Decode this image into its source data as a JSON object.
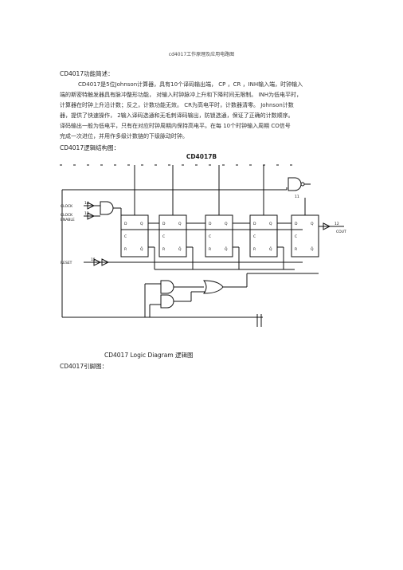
{
  "document": {
    "title": "cd4017工作原理及应用电路图",
    "section_function": "CD4017功能简述：",
    "paragraph": [
      "CD4017是5位Johnson计算器，具有10个译码输出端， CP ，CR ，INH输入端，时钟输入",
      "端的斯密特触发器具有脉冲整形功能，   对输入时钟脉冲上升和下降时间无限制。     INH为低电平时，",
      "计算器在时钟上升沿计数；反之，计数功能无效。       CR为高电平时，计数器清零。       Johnson计数",
      "器，提供了快速操作，   2输入译码选通和无毛刺译码输出，防锁选通，保证了正确的计数顺序。",
      "译码输出一般为低电平，只有在对应时钟周期内保持高电平。在每            10个时钟输入周期 CO信号",
      "完成一次进位，并用作多级计数链的下级脉动时钟。"
    ],
    "section_logic": "CD4017逻辑结构图：",
    "diagram_title": "CD4017B",
    "caption": "CD4017 Logic Diagram 逻辑图",
    "section_pins": "CD4017引脚图："
  },
  "diagram_labels": {
    "clock": "CLOCK",
    "clock_enable_1": "CLOCK",
    "clock_enable_2": "ENABLE",
    "reset": "RESET",
    "carry_out": "COUT",
    "pin_clock": "14",
    "pin_enable": "13",
    "pin_reset": "15",
    "pin_cout": "12",
    "pin_11": "11",
    "ff_d": "D",
    "ff_q": "Q",
    "ff_qbar": "Q̄",
    "ff_clk": "C",
    "ff_r": "R"
  }
}
